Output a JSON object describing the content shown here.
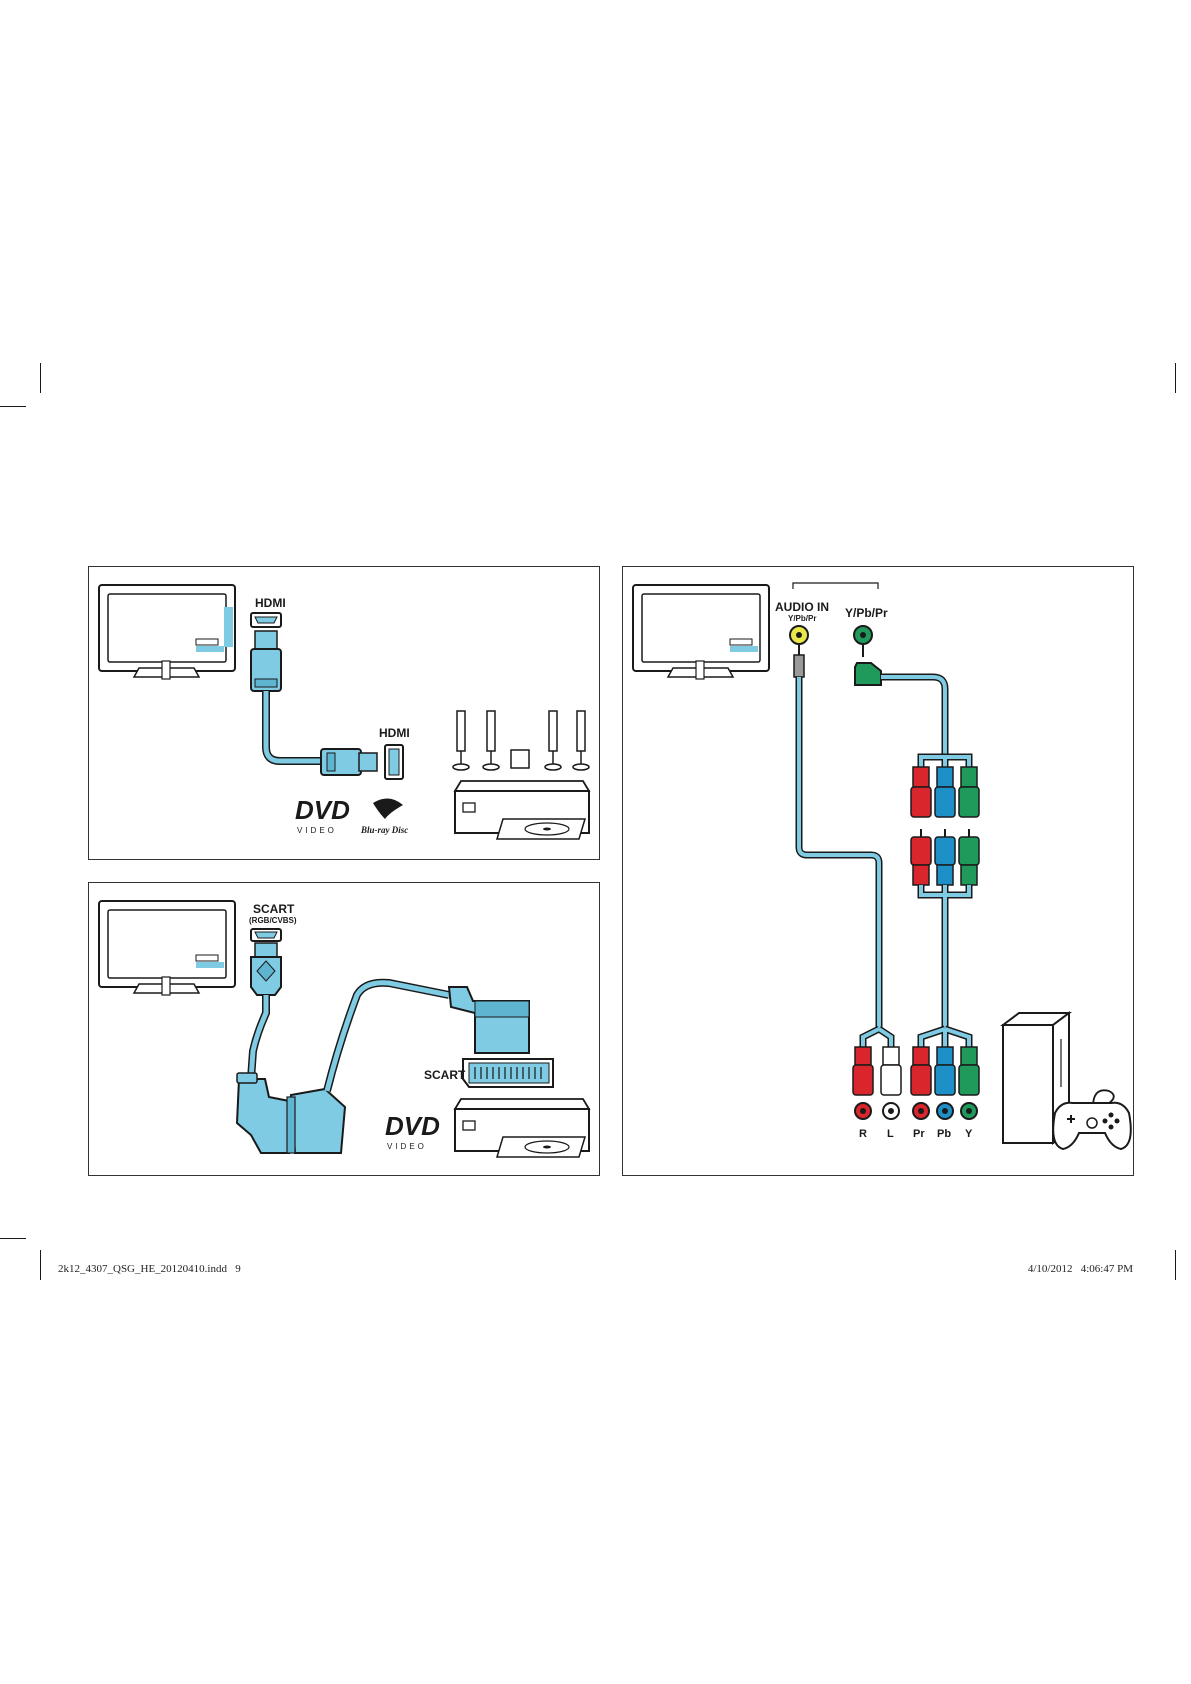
{
  "hdmi_panel": {
    "tv_port_label": "HDMI",
    "device_port_label": "HDMI",
    "dvd_logo": "DVD",
    "dvd_logo_sub": "VIDEO",
    "bluray_logo": "Blu-ray Disc"
  },
  "scart_panel": {
    "tv_port_label": "SCART",
    "tv_port_sublabel": "(RGB/CVBS)",
    "device_port_label": "SCART",
    "dvd_logo": "DVD",
    "dvd_logo_sub": "VIDEO"
  },
  "component_panel": {
    "audio_in_label": "AUDIO IN",
    "audio_in_sublabel": "Y/Pb/Pr",
    "ypbpr_label": "Y/Pb/Pr",
    "connector_labels": [
      "R",
      "L",
      "Pr",
      "Pb",
      "Y"
    ]
  },
  "colors": {
    "cable": "#7ecbe3",
    "red": "#d9262c",
    "blue": "#1e90c8",
    "green": "#1f9a5a",
    "yellow": "#e8e84a",
    "outline": "#1a1a1a"
  },
  "footer": {
    "file_name": "2k12_4307_QSG_HE_20120410.indd   9",
    "timestamp": "4/10/2012   4:06:47 PM"
  }
}
